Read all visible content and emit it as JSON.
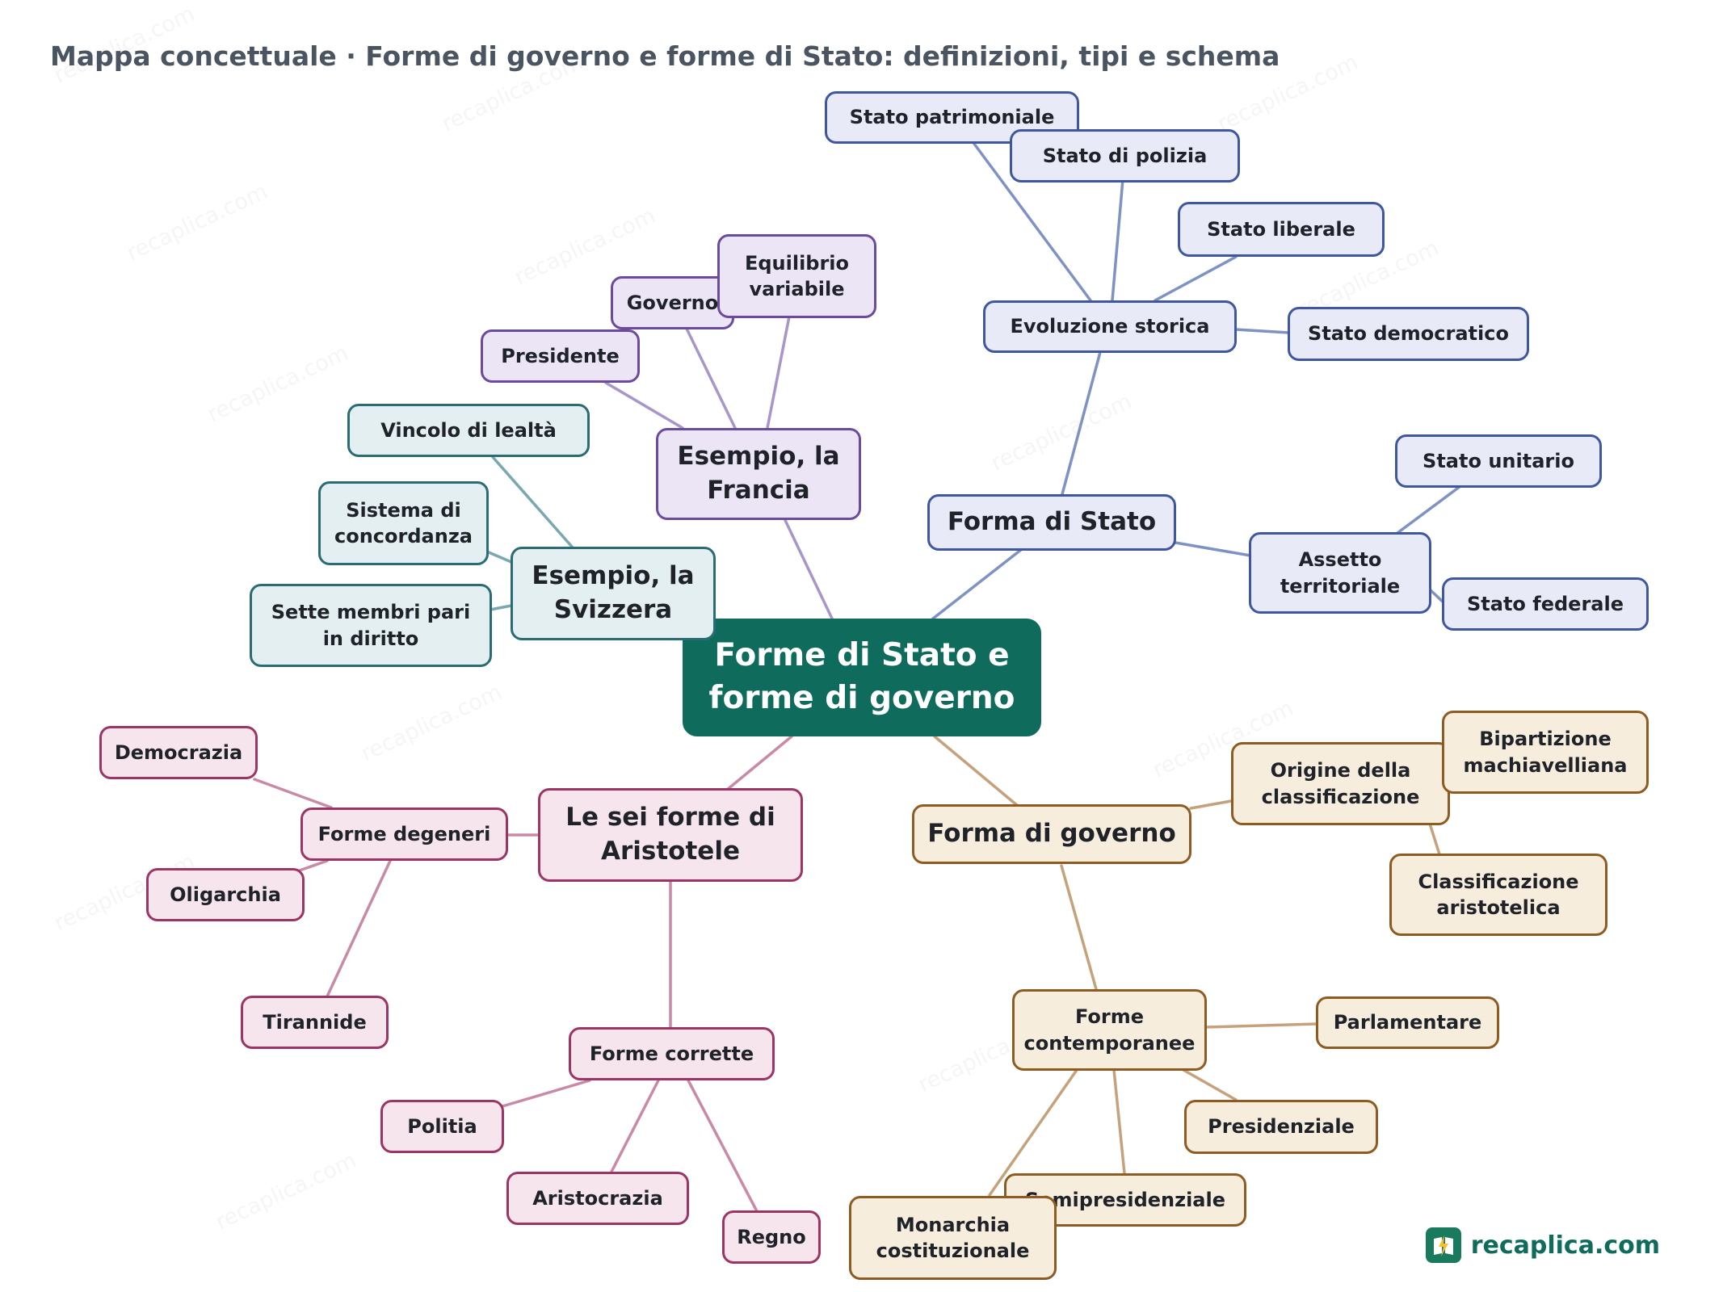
{
  "title": "Mappa concettuale · Forme di governo e forme di Stato: definizioni, tipi e schema",
  "central": "Forme di Stato e\nforme di governo",
  "colors": {
    "central": "#0f6b5b",
    "blue": "#3f579e",
    "purple": "#6b4b9c",
    "teal": "#2b6c74",
    "pink": "#9c3566",
    "orange": "#8e5c22"
  },
  "nodes": {
    "forma_di_stato": "Forma di Stato",
    "evoluzione_storica": "Evoluzione storica",
    "stato_patrimoniale": "Stato patrimoniale",
    "stato_di_polizia": "Stato di polizia",
    "stato_liberale": "Stato liberale",
    "stato_democratico": "Stato democratico",
    "assetto_territoriale": "Assetto\nterritoriale",
    "stato_unitario": "Stato unitario",
    "stato_federale": "Stato federale",
    "esempio_francia": "Esempio, la\nFrancia",
    "presidente": "Presidente",
    "governo": "Governo",
    "equilibrio_variabile": "Equilibrio\nvariabile",
    "esempio_svizzera": "Esempio, la\nSvizzera",
    "vincolo_lealta": "Vincolo di lealtà",
    "sistema_concordanza": "Sistema di\nconcordanza",
    "sette_membri": "Sette membri pari\nin diritto",
    "sei_forme": "Le sei forme di\nAristotele",
    "forme_degeneri": "Forme degeneri",
    "democrazia": "Democrazia",
    "oligarchia": "Oligarchia",
    "tirannide": "Tirannide",
    "forme_corrette": "Forme corrette",
    "politia": "Politia",
    "aristocrazia": "Aristocrazia",
    "regno": "Regno",
    "forma_di_governo": "Forma di governo",
    "origine_classificazione": "Origine della\nclassificazione",
    "bipartizione": "Bipartizione\nmachiavelliana",
    "classificazione_aristotelica": "Classificazione\naristotelica",
    "forme_contemporanee": "Forme\ncontemporanee",
    "parlamentare": "Parlamentare",
    "presidenziale": "Presidenziale",
    "semipresidenziale": "Semipresidenziale",
    "monarchia_costituzionale": "Monarchia\ncostituzionale"
  },
  "watermark": "recaplica.com",
  "logo": {
    "icon": "lightning-book-icon",
    "text": "recaplica.com"
  }
}
